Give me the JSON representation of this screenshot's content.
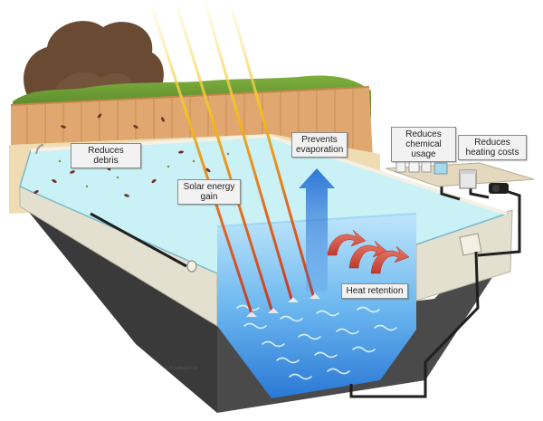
{
  "labels": {
    "reduces_debris": "Reduces debris",
    "solar_energy_gain": "Solar energy gain",
    "prevents_evaporation": "Prevents evaporation",
    "reduces_chemical_usage": "Reduces chemical usage",
    "reduces_heating_costs": "Reduces heating costs",
    "heat_retention": "Heat retention"
  },
  "copyright": "© Plastipack Ltd",
  "colors": {
    "water": "#3f96e6",
    "pool_cover": "#c9f1f6",
    "pool_wall": "#e4e0d0",
    "fence": "#e0a870",
    "tree": "#6a4a33",
    "heat_arrows": "#d94a3a",
    "evaporation_arrow": "#2f78d8",
    "sun_rays": "#f2c022"
  }
}
